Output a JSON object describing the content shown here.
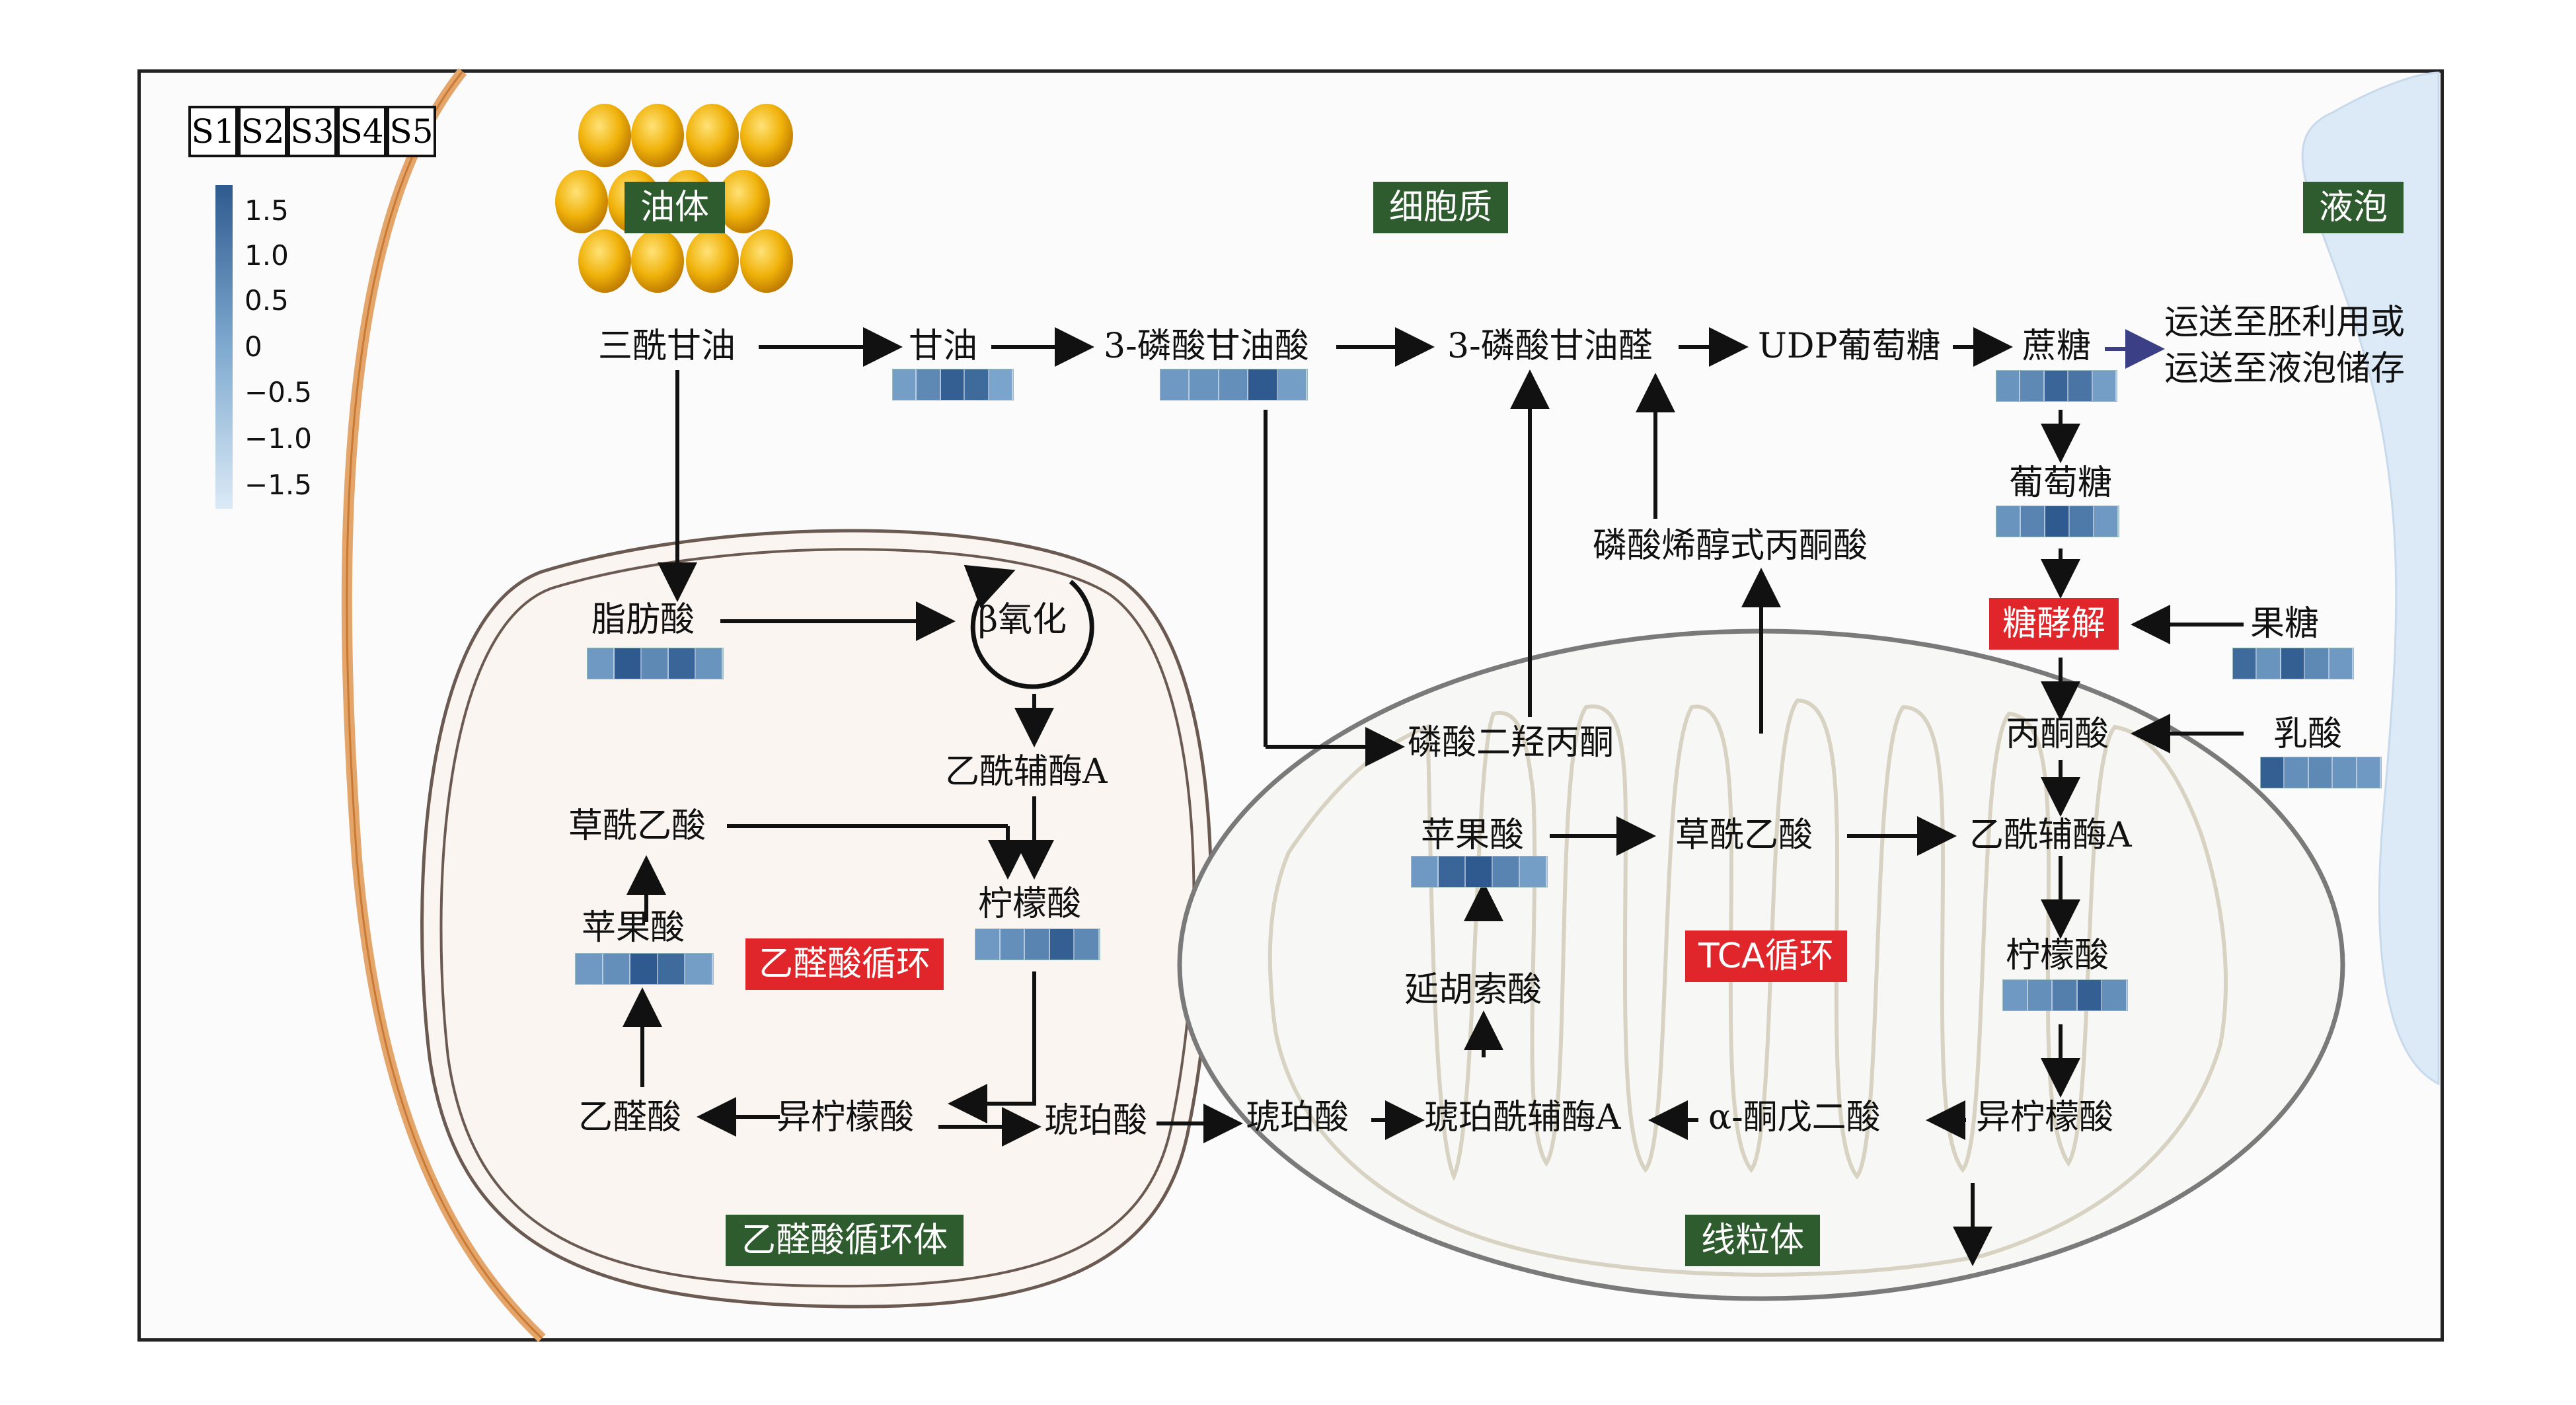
{
  "samples": [
    "S1",
    "S2",
    "S3",
    "S4",
    "S5"
  ],
  "legend": {
    "ticks": [
      "1.5",
      "1.0",
      "0.5",
      "0",
      "−0.5",
      "−1.0",
      "−1.5"
    ],
    "colors": {
      "high": "#2e5a8f",
      "mid": "#7fa9cf",
      "low": "#dbeaf6"
    }
  },
  "compartments": {
    "oil_body": "油体",
    "cytoplasm": "细胞质",
    "vacuole": "液泡",
    "glyoxysome": "乙醛酸循环体",
    "mitochondria": "线粒体"
  },
  "processes": {
    "glyoxylate_cycle": "乙醛酸循环",
    "tca_cycle": "TCA循环",
    "glycolysis": "糖酵解"
  },
  "metabolites": {
    "tag": "三酰甘油",
    "glycerol": "甘油",
    "g3p": "3-磷酸甘油酸",
    "g3pal": "3-磷酸甘油醛",
    "udpg": "UDP葡萄糖",
    "sucrose": "蔗糖",
    "transport_1": "运送至胚利用或",
    "transport_2": "运送至液泡储存",
    "glucose": "葡萄糖",
    "fructose": "果糖",
    "pep": "磷酸烯醇式丙酮酸",
    "fatty_acid": "脂肪酸",
    "beta_oxidation": "β氧化",
    "acetyl_coa_g": "乙酰辅酶A",
    "oxaloacetate_g": "草酰乙酸",
    "citrate_g": "柠檬酸",
    "malate_g": "苹果酸",
    "glyoxylate": "乙醛酸",
    "isocitrate_g": "异柠檬酸",
    "succinate_g": "琥珀酸",
    "succinate_m": "琥珀酸",
    "dhap": "磷酸二羟丙酮",
    "malate_m": "苹果酸",
    "oxaloacetate_m": "草酰乙酸",
    "acetyl_coa_m": "乙酰辅酶A",
    "pyruvate": "丙酮酸",
    "lactate": "乳酸",
    "citrate_m": "柠檬酸",
    "fumarate": "延胡索酸",
    "succinyl_coa": "琥珀酰辅酶A",
    "akg": "α-酮戊二酸",
    "isocitrate_m": "异柠檬酸"
  },
  "heatmaps": {
    "glycerol": [
      0.2,
      0.6,
      1.4,
      1.2,
      0.1
    ],
    "g3p": [
      0.3,
      0.4,
      0.5,
      1.5,
      0.2
    ],
    "sucrose": [
      0.4,
      0.6,
      1.3,
      1.0,
      0.2
    ],
    "glucose": [
      0.4,
      0.7,
      1.5,
      0.9,
      0.3
    ],
    "fructose": [
      1.2,
      0.4,
      1.4,
      0.6,
      0.3
    ],
    "fatty_acid": [
      0.3,
      1.5,
      0.6,
      1.3,
      0.4
    ],
    "lactate": [
      1.4,
      0.5,
      0.6,
      0.4,
      0.3
    ],
    "malate_m": [
      0.3,
      1.3,
      1.5,
      0.7,
      0.2
    ],
    "citrate_g": [
      0.3,
      0.5,
      0.7,
      1.4,
      0.6
    ],
    "malate_g": [
      0.3,
      0.5,
      1.5,
      1.2,
      0.2
    ],
    "citrate_m": [
      0.3,
      0.5,
      0.8,
      1.4,
      0.5
    ]
  }
}
